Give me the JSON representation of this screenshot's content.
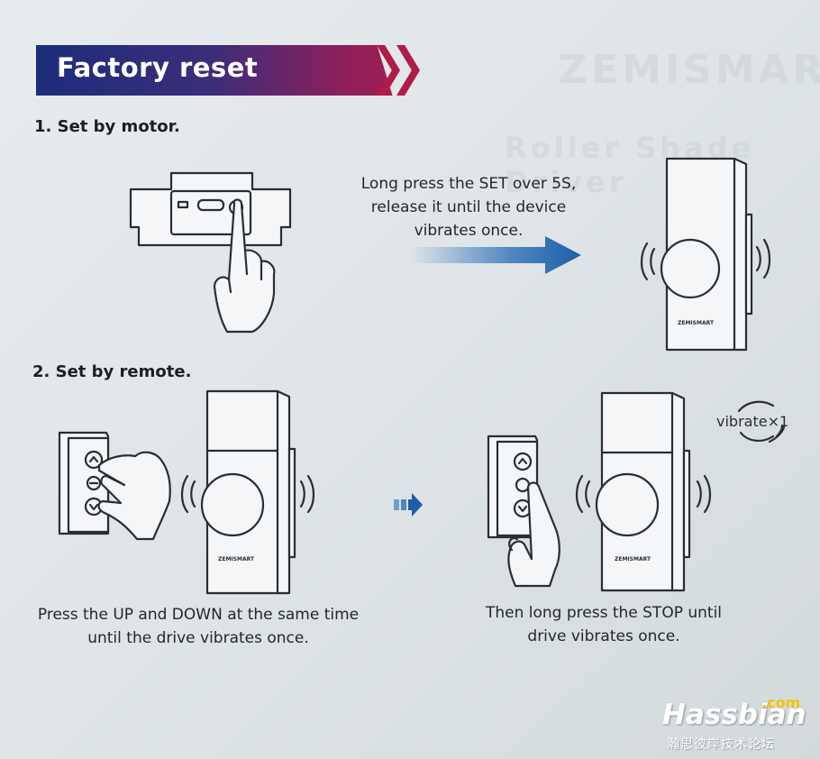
{
  "header": {
    "title": "Factory reset"
  },
  "background_text": {
    "line1": "ZEMISMART",
    "line2": "Roller Shade Driver"
  },
  "step1": {
    "title": "1. Set by motor.",
    "caption_lines": [
      "Long press the SET over 5S,",
      "release it until the device",
      "vibrates once."
    ]
  },
  "step2": {
    "title": "2. Set by remote.",
    "caption_left_lines": [
      "Press the UP and DOWN at the same time",
      "until the drive vibrates once."
    ],
    "caption_right_lines": [
      "Then long press the STOP until",
      "drive vibrates once."
    ],
    "vibrate_badge": "vibrate×1"
  },
  "device": {
    "brand": "ZEMISMART"
  },
  "watermark": {
    "name": "Hassbian",
    "domain": ".com",
    "subtitle": "瀚思彼岸技术论坛"
  },
  "colors": {
    "banner_start": "#1c2d7c",
    "banner_end": "#a81d4c",
    "arrow": "#2a6db5"
  }
}
